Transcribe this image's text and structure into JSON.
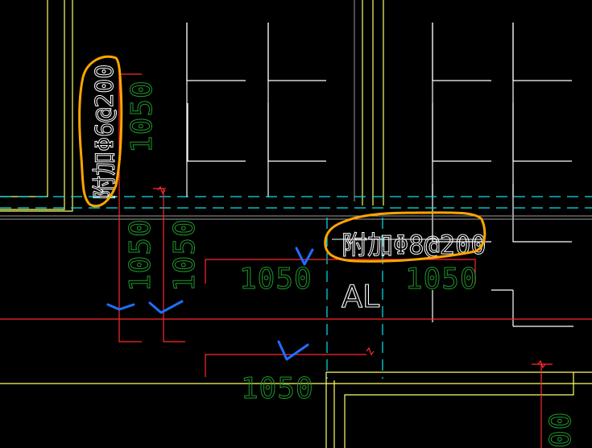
{
  "colors": {
    "background": "#000000",
    "wall": "#ffff66",
    "grid": "#ffffff",
    "dimension_line": "#ff2a2a",
    "dimension_text": "#1e9a2c",
    "axis": "#00e5ee",
    "highlight": "#ffa500",
    "check_mark": "#1e6fff"
  },
  "dimensions": {
    "left_vertical_top": "1050",
    "left_vertical_a": "1050",
    "left_vertical_b": "1050",
    "mid_horizontal_left": "1050",
    "mid_horizontal_right": "1050",
    "bottom_horizontal": "1050",
    "right_edge_partial": "00"
  },
  "rebar_notes": {
    "vertical_note": "附加Φ6@200",
    "horizontal_note": "附加Φ8@200"
  },
  "beam_label": "AL"
}
